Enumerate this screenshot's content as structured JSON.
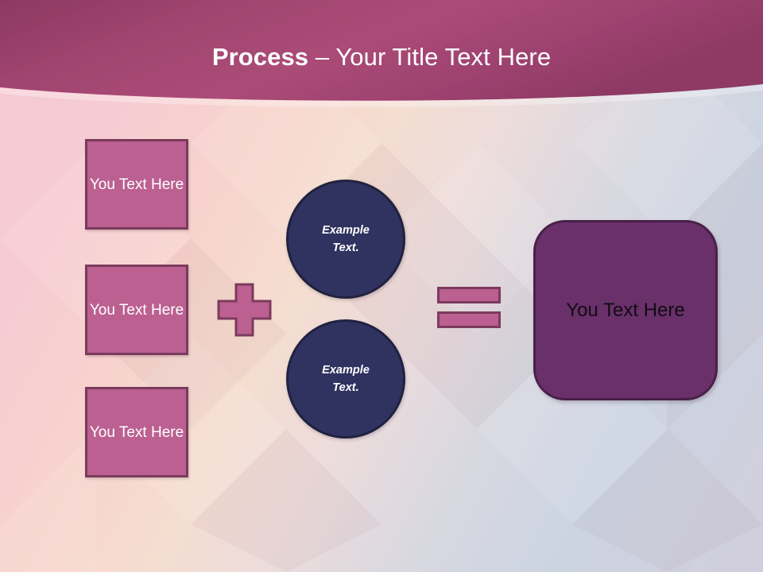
{
  "slide": {
    "header": {
      "title_bold": "Process",
      "title_rest": " – Your Title Text Here",
      "band_color_left": "#8e3a62",
      "band_color_mid": "#a84975",
      "band_color_right": "#9c4069"
    },
    "inputs": [
      {
        "label": "You Text Here",
        "name": "input-box-1"
      },
      {
        "label": "You Text Here",
        "name": "input-box-2"
      },
      {
        "label": "You Text Here",
        "name": "input-box-3"
      }
    ],
    "operators": {
      "plus": "+",
      "equals": "="
    },
    "circles": [
      {
        "line1": "Example",
        "line2": "Text."
      },
      {
        "line1": "Example",
        "line2": "Text."
      }
    ],
    "result": {
      "label": "You Text Here"
    },
    "colors": {
      "pink_fill": "#bb6091",
      "pink_border": "#7b3b5c",
      "navy_fill": "#303360",
      "navy_border": "#20223f",
      "purple_fill": "#69306a",
      "purple_border": "#4a2049",
      "title_text": "#ffffff",
      "result_text": "#110c12"
    }
  }
}
